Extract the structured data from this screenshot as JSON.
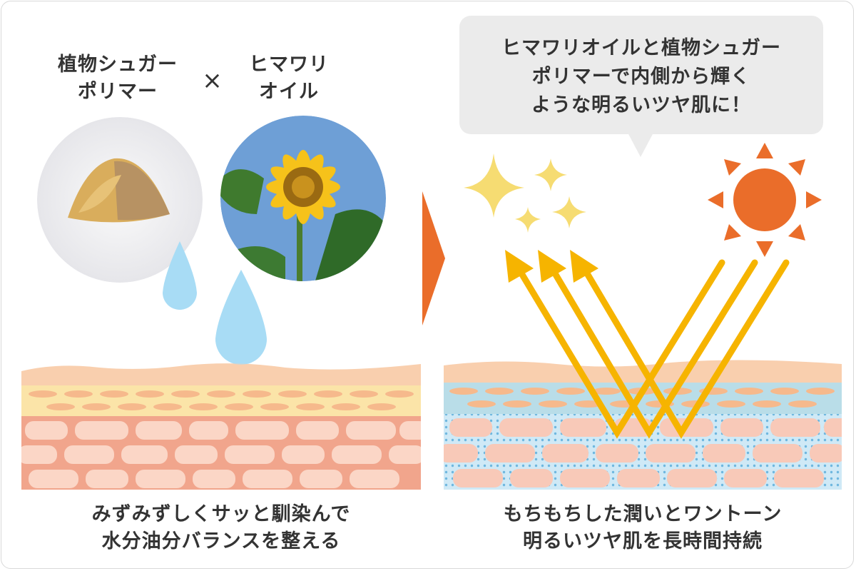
{
  "left": {
    "ingredient1": [
      "植物シュガー",
      "ポリマー"
    ],
    "times": "×",
    "ingredient2": [
      "ヒマワリ",
      "オイル"
    ],
    "caption": [
      "みずみずしくサッと馴染んで",
      "水分油分バランスを整える"
    ]
  },
  "right": {
    "bubble": [
      "ヒマワリオイルと植物シュガー",
      "ポリマーで内側から輝く",
      "ような明るいツヤ肌に！"
    ],
    "caption": [
      "もちもちした潤いとワントーン",
      "明るいツヤ肌を長時間持続"
    ]
  },
  "colors": {
    "accent": "#ea6d2a",
    "arrow": "#f6b400",
    "sparkle": "#f6dc72",
    "drop": "#a8dcf5"
  }
}
